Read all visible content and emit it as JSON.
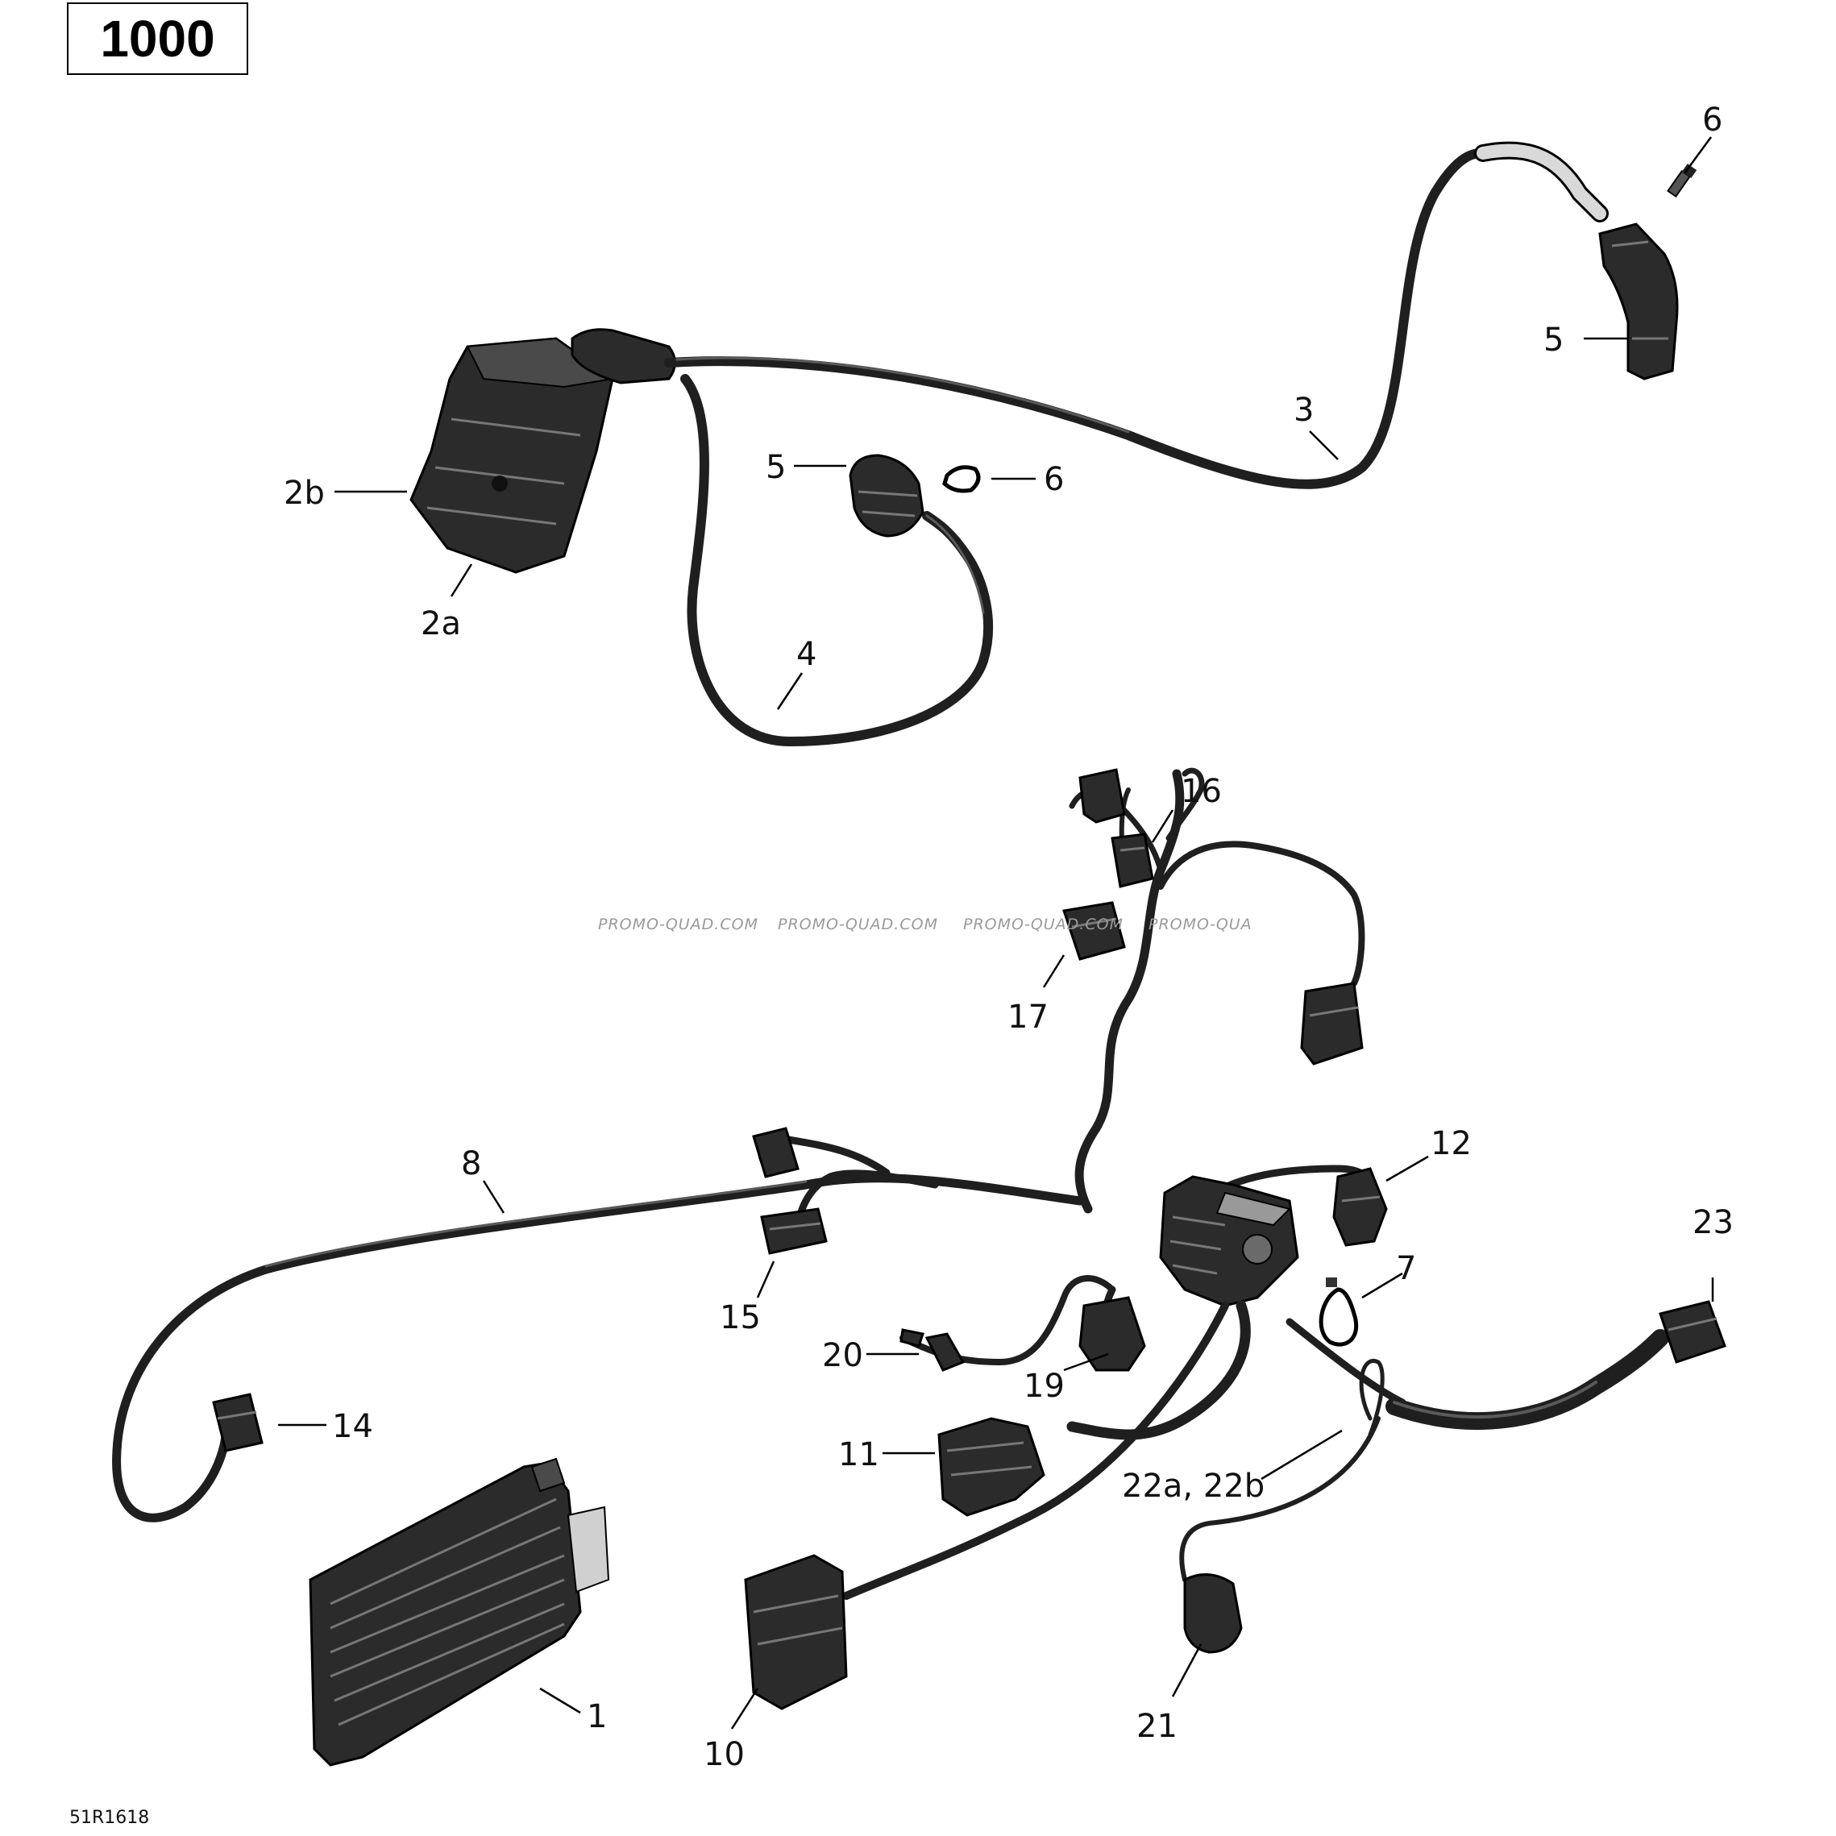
{
  "model_label": "1000",
  "reference_code": "51R1618",
  "watermark": [
    "PROMO-QUAD.COM",
    "PROMO-QUAD.COM",
    "PROMO-QUAD.COM",
    "PROMO-QUA"
  ],
  "callouts": [
    "6",
    "5",
    "3",
    "5",
    "6",
    "2b",
    "2a",
    "4",
    "16",
    "17",
    "12",
    "8",
    "23",
    "7",
    "15",
    "20",
    "19",
    "14",
    "11",
    "22a, 22b",
    "1",
    "21",
    "10"
  ]
}
